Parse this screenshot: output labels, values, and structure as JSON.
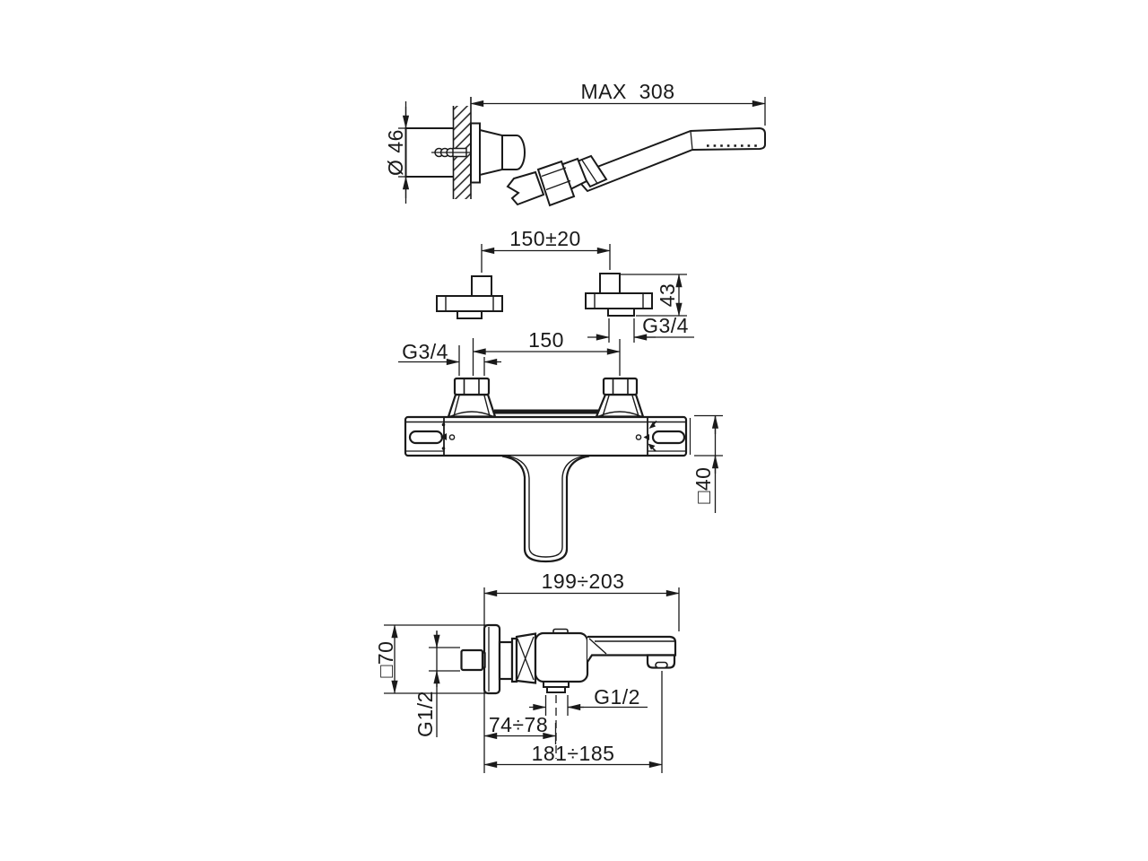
{
  "drawing": {
    "type": "technical-dimension-drawing",
    "subject": "wall-mounted bath-shower mixer with hand shower",
    "line_color": "#1a1a1a",
    "background_color": "#ffffff",
    "views": {
      "hand_shower": {
        "labels": {
          "max_reach": "MAX  308",
          "holder_diameter": "Ø 46"
        }
      },
      "wall_unions": {
        "labels": {
          "center_distance": "150±20",
          "projection": "43",
          "thread": "G3/4"
        }
      },
      "mixer_front": {
        "labels": {
          "inlet_thread": "G3/4",
          "inlet_spacing": "150",
          "body_section": "□40"
        }
      },
      "mixer_side": {
        "labels": {
          "total_length": "199÷203",
          "wall_plate_size": "□70",
          "side_outlet_thread": "G1/2",
          "bottom_outlet_thread": "G1/2",
          "outlet_distance": "74÷78",
          "spout_reach": "181÷185"
        }
      }
    }
  }
}
